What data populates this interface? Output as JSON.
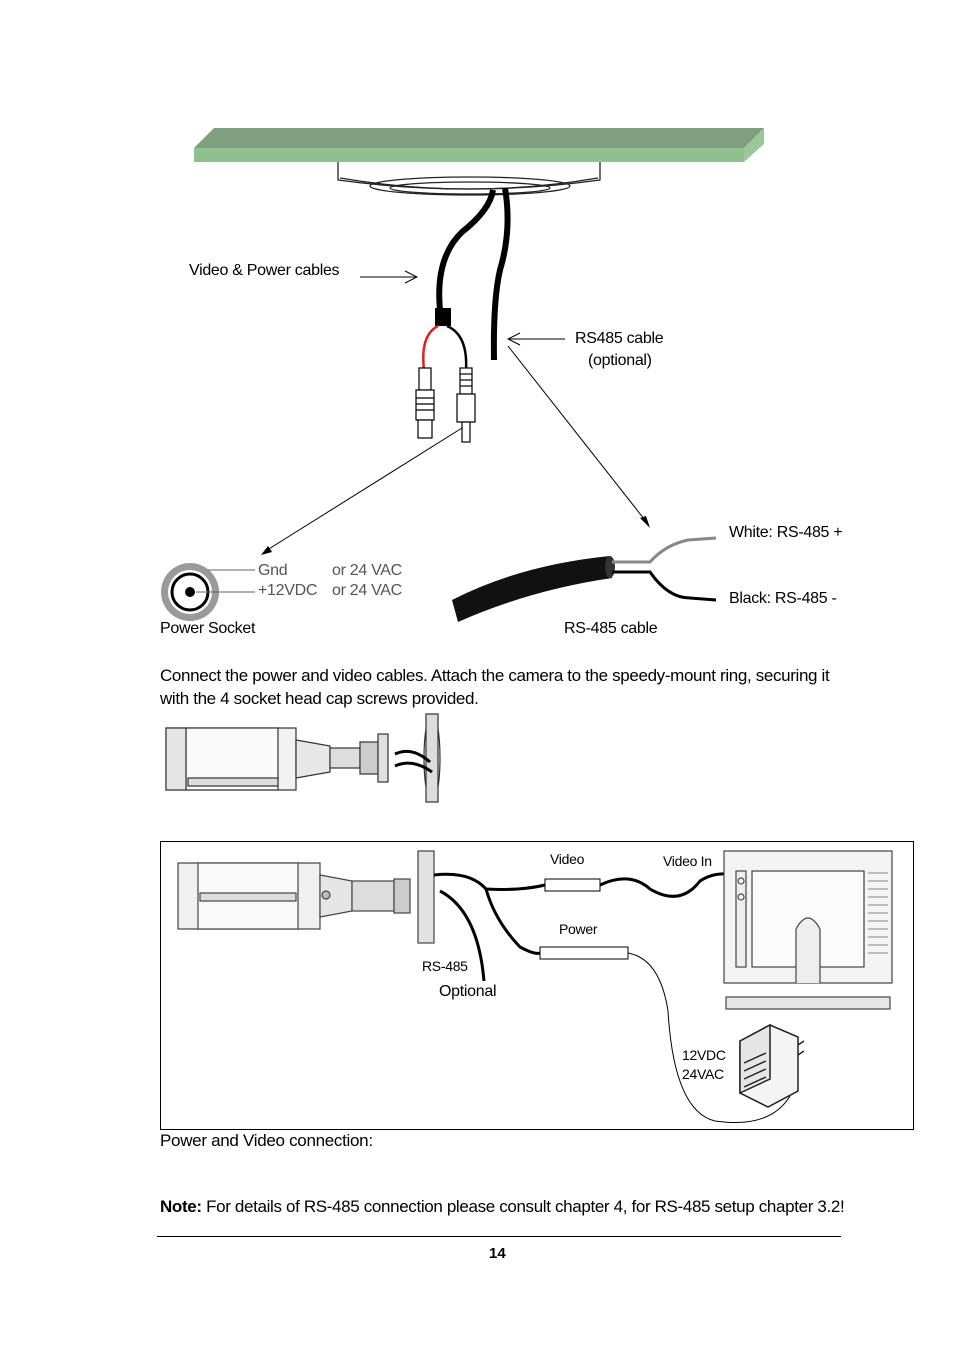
{
  "diagram_top": {
    "video_power_cables": "Video & Power cables",
    "rs485_cable_label": "RS485 cable",
    "rs485_optional": "(optional)",
    "white_wire": "White: RS-485 +",
    "black_wire": "Black: RS-485 -",
    "gnd": "Gnd",
    "plus12": "+12VDC",
    "or24_a": "or 24 VAC",
    "or24_b": "or 24 VAC",
    "power_socket": "Power Socket",
    "rs485_cable_caption": "RS-485 cable"
  },
  "paragraph": "Connect the power and video cables. Attach the camera to the speedy-mount ring, securing it with the 4 socket head cap screws provided.",
  "diagram_bottom": {
    "video": "Video",
    "video_in": "Video In",
    "power": "Power",
    "rs485": "RS-485",
    "optional": "Optional",
    "v12": "12VDC",
    "v24": "24VAC"
  },
  "caption": "Power and Video connection:",
  "note_bold": "Note:",
  "note_text": " For details of RS-485 connection please consult chapter 4, for RS-485 setup chapter 3.2!",
  "page_number": "14",
  "colors": {
    "ceiling_green": "#8fbf8f",
    "ceiling_top": "#7a9e7a",
    "red_wire": "#e02020"
  }
}
